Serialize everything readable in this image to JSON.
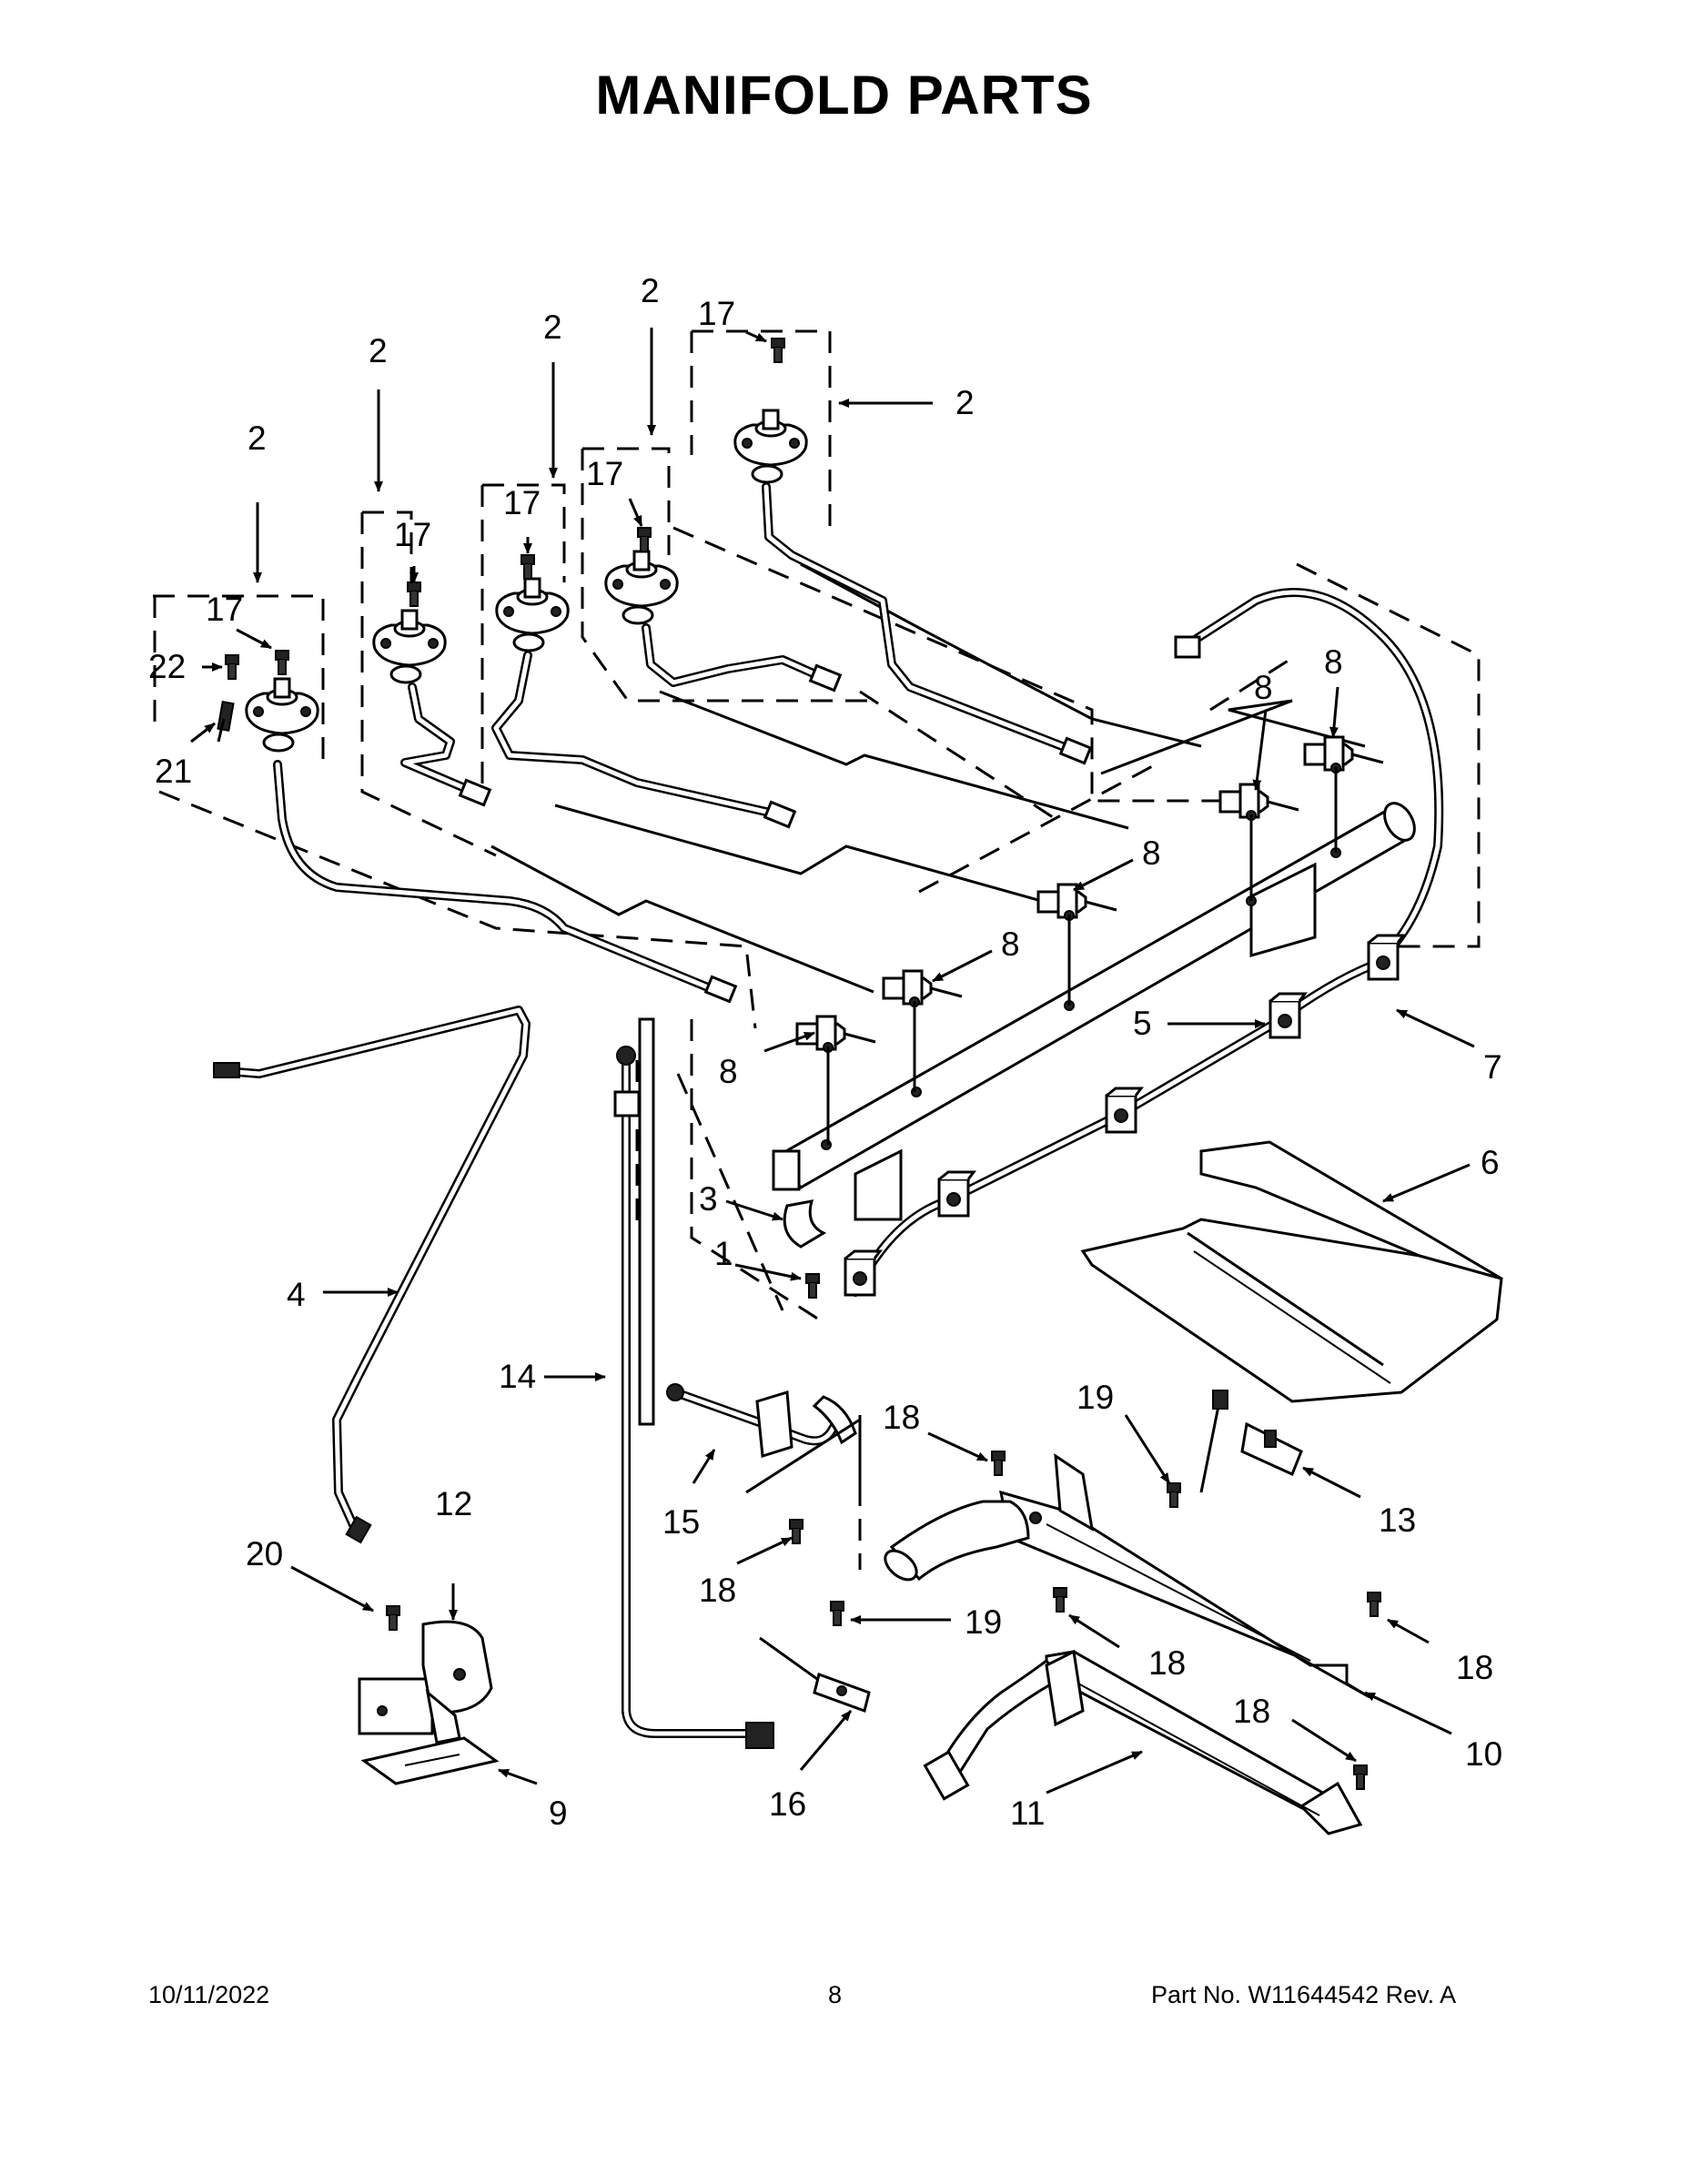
{
  "title": "MANIFOLD PARTS",
  "footer": {
    "date": "10/11/2022",
    "page": "8",
    "part_info": "Part No.  W11644542  Rev.  A"
  },
  "callouts": {
    "c1": "1",
    "c2": "2",
    "c3": "3",
    "c4": "4",
    "c5": "5",
    "c6": "6",
    "c7": "7",
    "c8": "8",
    "c9": "9",
    "c10": "10",
    "c11": "11",
    "c12": "12",
    "c13": "13",
    "c14": "14",
    "c15": "15",
    "c16": "16",
    "c17": "17",
    "c18": "18",
    "c19": "19",
    "c20": "20",
    "c21": "21",
    "c22": "22"
  }
}
